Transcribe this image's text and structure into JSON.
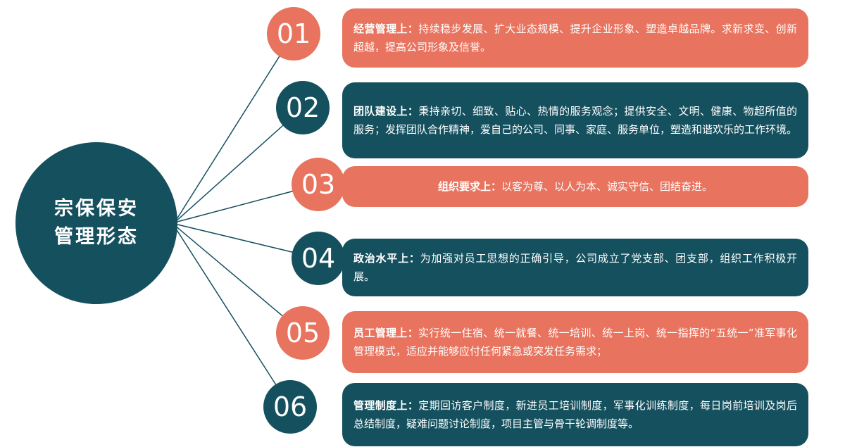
{
  "colors": {
    "teal": "#15505E",
    "coral": "#E8735E",
    "background": "#FFFFFF",
    "text": "#FFFFFF",
    "connector": "#15505E"
  },
  "hub": {
    "line1": "宗保保安",
    "line2": "管理形态"
  },
  "items": [
    {
      "number": "01",
      "color": "coral",
      "label": "经营管理上：",
      "body": "持续稳步发展、扩大业态规模、提升企业形象、塑造卓越品牌。求新求变、创新超越，提高公司形象及信誉。"
    },
    {
      "number": "02",
      "color": "teal",
      "label": "团队建设上：",
      "body": "秉持亲切、细致、贴心、热情的服务观念；提供安全、文明、健康、物超所值的服务；发挥团队合作精神，爱自己的公司、同事、家庭、服务单位，塑造和谐欢乐的工作环境。"
    },
    {
      "number": "03",
      "color": "coral",
      "label": "组织要求上：",
      "body": "以客为尊、以人为本、诚实守信、团结奋进。"
    },
    {
      "number": "04",
      "color": "teal",
      "label": "政治水平上：",
      "body": "为加强对员工思想的正确引导，公司成立了党支部、团支部，组织工作积极开展。"
    },
    {
      "number": "05",
      "color": "coral",
      "label": "员工管理上：",
      "body": "实行统一住宿、统一就餐、统一培训、统一上岗、统一指挥的“五统一”准军事化管理模式，适应并能够应付任何紧急或突发任务需求；"
    },
    {
      "number": "06",
      "color": "teal",
      "label": "管理制度上：",
      "body": "定期回访客户制度，新进员工培训制度，军事化训练制度，每日岗前培训及岗后总结制度，疑难问题讨论制度，项目主管与骨干轮调制度等。"
    }
  ]
}
